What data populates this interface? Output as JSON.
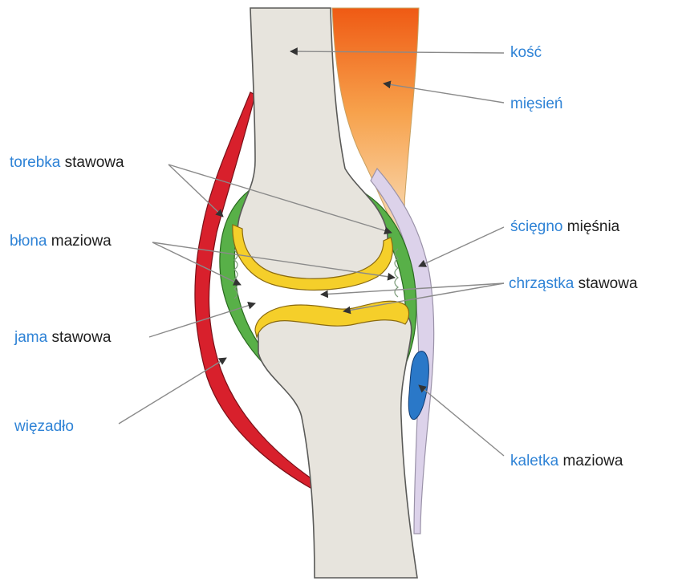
{
  "colors": {
    "bone": "#e7e4dd",
    "bone_outline": "#5a5a58",
    "muscle_top": "#f06018",
    "muscle_bottom": "#f8d8a8",
    "ligament": "#d8202c",
    "capsule": "#58b048",
    "cartilage": "#f5cf2a",
    "tendon": "#dcd2ea",
    "bursa": "#2a78c8",
    "highlight_text": "#2f83d6",
    "plain_text": "#1e1e1e",
    "leader_line": "#8a8a8a"
  },
  "labels": {
    "kosc": {
      "highlight": "kość",
      "rest": ""
    },
    "miesien": {
      "highlight": "mięsień",
      "rest": ""
    },
    "torebka": {
      "highlight": "torebka",
      "rest": "stawowa"
    },
    "blona": {
      "highlight": "błona",
      "rest": "maziowa"
    },
    "sciegno": {
      "highlight": "ścięgno",
      "rest": "mięśnia"
    },
    "chrzastka": {
      "highlight": "chrząstka",
      "rest": "stawowa"
    },
    "jama": {
      "highlight": "jama",
      "rest": "stawowa"
    },
    "wiezadlo": {
      "highlight": "więzadło",
      "rest": ""
    },
    "kaletka": {
      "highlight": "kaletka",
      "rest": "maziowa"
    }
  }
}
